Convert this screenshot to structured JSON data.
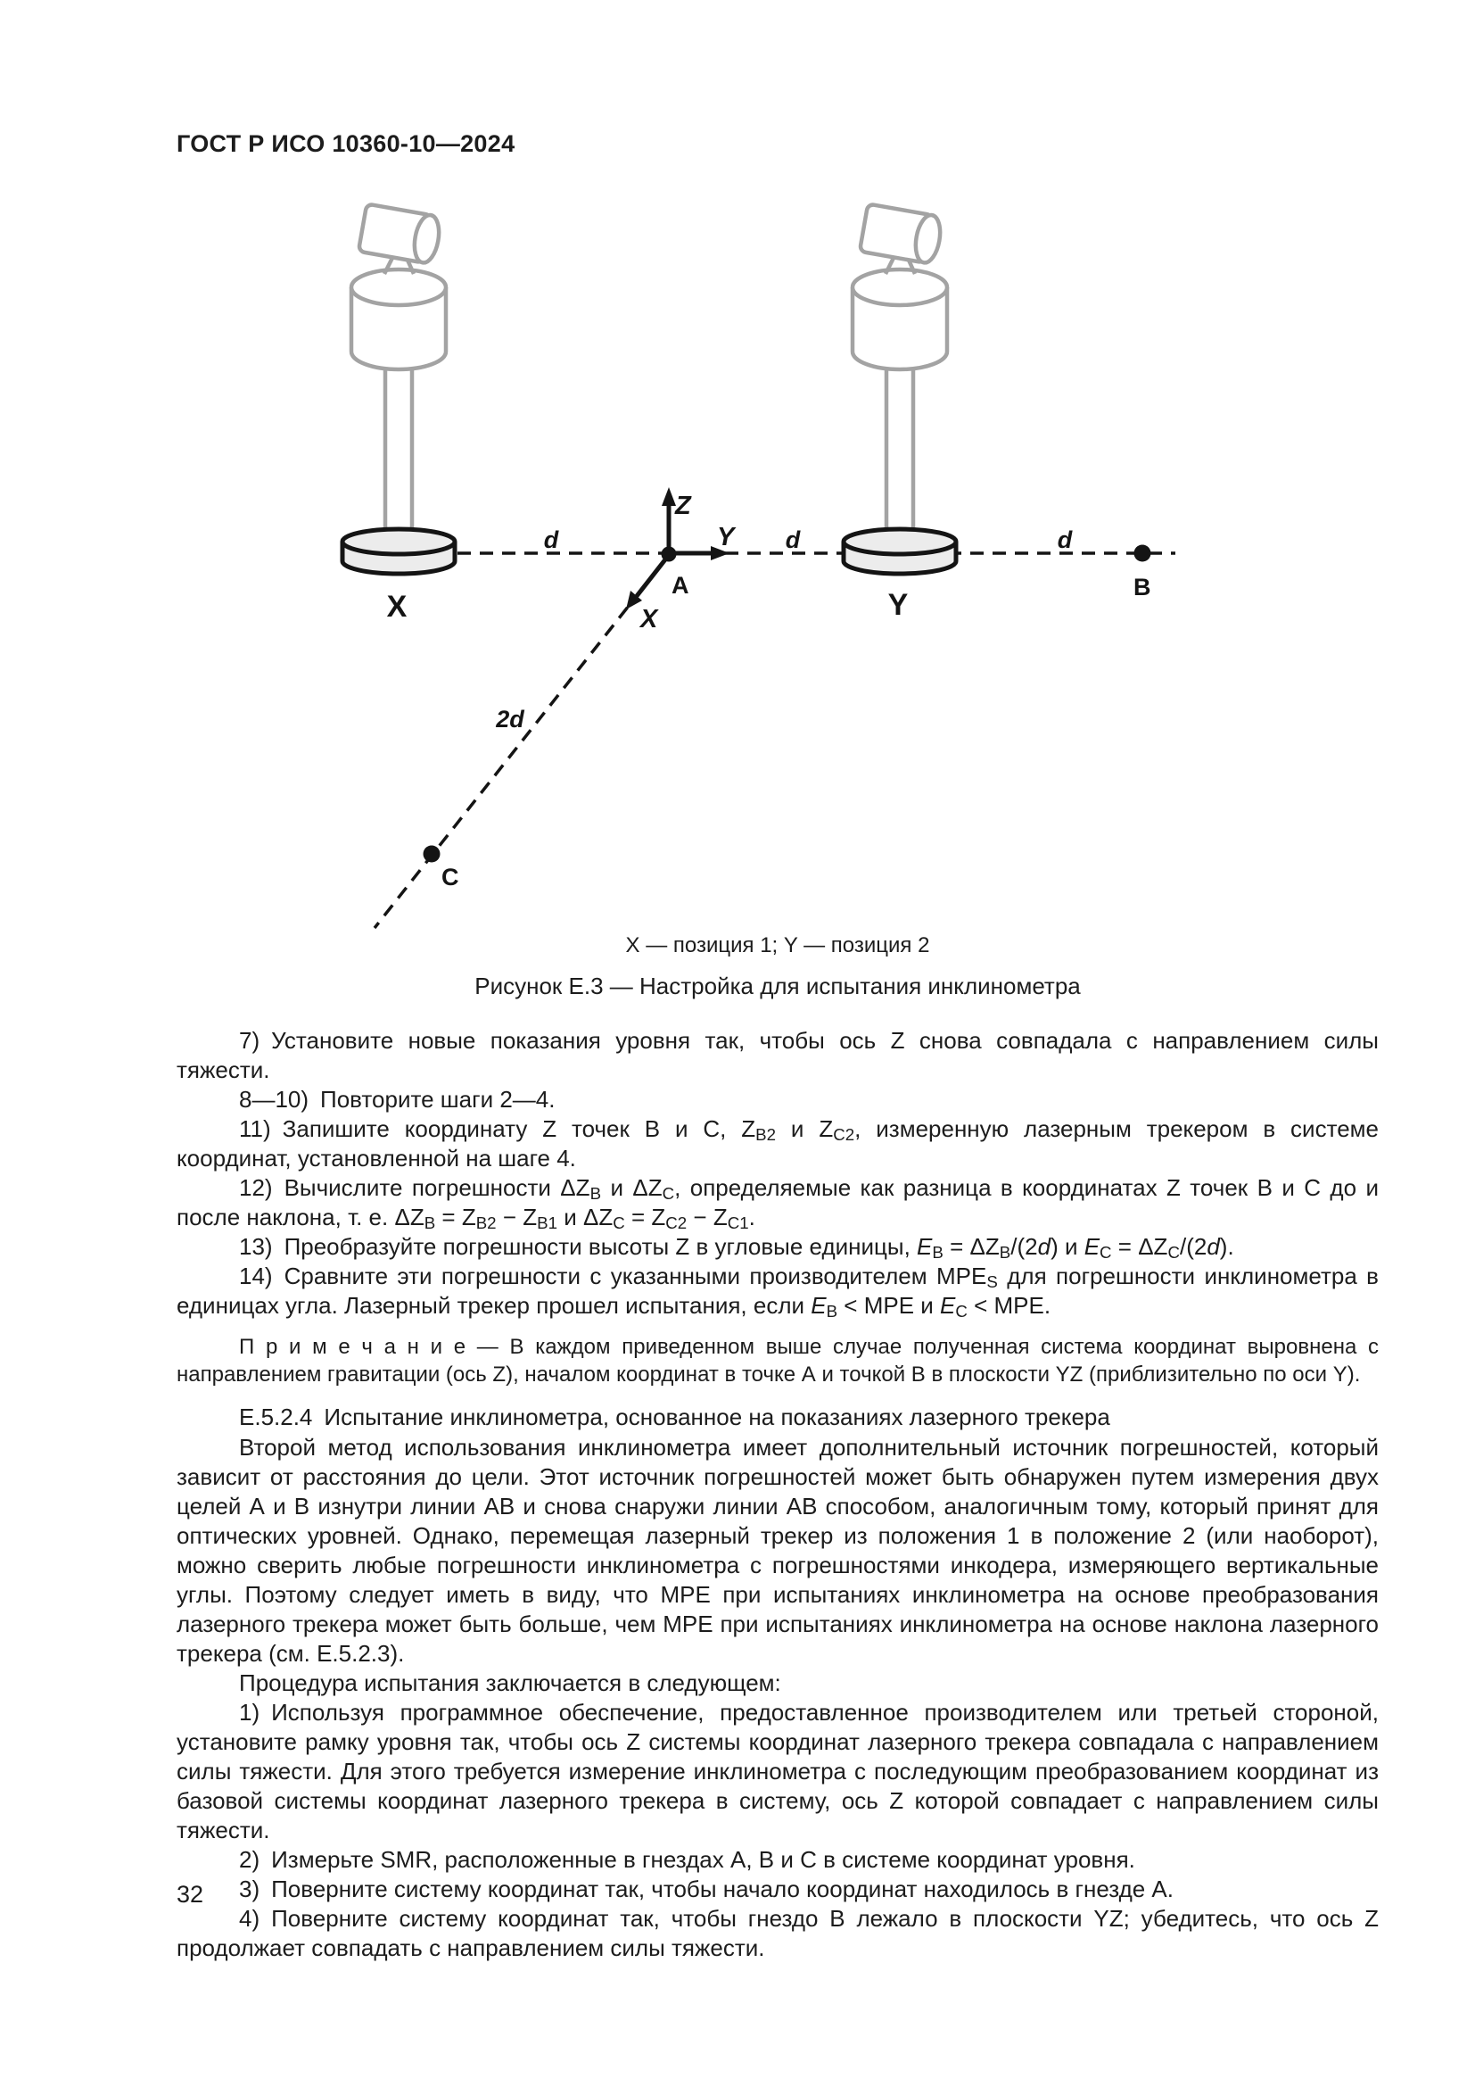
{
  "page": {
    "header": "ГОСТ Р ИСО 10360-10—2024",
    "page_number": "32"
  },
  "figure": {
    "legend": "X — позиция 1; Y — позиция 2",
    "caption": "Рисунок Е.3 — Настройка для испытания инклинометра",
    "labels": {
      "pos_x": "X",
      "pos_y": "Y",
      "axis_z": "Z",
      "axis_y": "Y",
      "axis_x": "X",
      "point_a": "A",
      "point_b": "B",
      "point_c": "C",
      "d1": "d",
      "d2": "d",
      "d3": "d",
      "two_d": "2d"
    }
  },
  "content": {
    "paragraphs": [
      {
        "style": "body",
        "segments": [
          [
            "t",
            "7) Установите новые показания уровня так, чтобы ось Z снова совпадала с направлением силы тяжести."
          ]
        ]
      },
      {
        "style": "body",
        "segments": [
          [
            "t",
            "8—10) Повторите шаги 2—4."
          ]
        ]
      },
      {
        "style": "body",
        "segments": [
          [
            "t",
            "11) Запишите координату Z точек В и С, Z"
          ],
          [
            "sub",
            "B2"
          ],
          [
            "t",
            " и Z"
          ],
          [
            "sub",
            "C2"
          ],
          [
            "t",
            ", измеренную лазерным трекером в системе координат, установленной на шаге 4."
          ]
        ]
      },
      {
        "style": "body",
        "segments": [
          [
            "t",
            "12) Вычислите погрешности ΔZ"
          ],
          [
            "sub",
            "B"
          ],
          [
            "t",
            " и ΔZ"
          ],
          [
            "sub",
            "C"
          ],
          [
            "t",
            ", определяемые как разница в координатах Z точек В и С до и после наклона, т. е. ΔZ"
          ],
          [
            "sub",
            "B"
          ],
          [
            "t",
            " = Z"
          ],
          [
            "sub",
            "B2"
          ],
          [
            "t",
            " − Z"
          ],
          [
            "sub",
            "B1"
          ],
          [
            "t",
            " и ΔZ"
          ],
          [
            "sub",
            "C"
          ],
          [
            "t",
            " = Z"
          ],
          [
            "sub",
            "C2"
          ],
          [
            "t",
            " − Z"
          ],
          [
            "sub",
            "C1"
          ],
          [
            "t",
            "."
          ]
        ]
      },
      {
        "style": "body",
        "segments": [
          [
            "t",
            "13) Преобразуйте погрешности высоты Z в угловые единицы, "
          ],
          [
            "i",
            "E"
          ],
          [
            "sub",
            "B"
          ],
          [
            "t",
            " = ΔZ"
          ],
          [
            "sub",
            "B"
          ],
          [
            "t",
            "/(2"
          ],
          [
            "i",
            "d"
          ],
          [
            "t",
            ") и "
          ],
          [
            "i",
            "E"
          ],
          [
            "sub",
            "C"
          ],
          [
            "t",
            " = ΔZ"
          ],
          [
            "sub",
            "C"
          ],
          [
            "t",
            "/(2"
          ],
          [
            "i",
            "d"
          ],
          [
            "t",
            ")."
          ]
        ]
      },
      {
        "style": "body",
        "segments": [
          [
            "t",
            "14) Сравните эти погрешности с указанными производителем MPE"
          ],
          [
            "sub",
            "S"
          ],
          [
            "t",
            " для погрешности инклинометра в единицах угла. Лазерный трекер прошел испытания, если "
          ],
          [
            "i",
            "E"
          ],
          [
            "sub",
            "B"
          ],
          [
            "t",
            " < MPE и "
          ],
          [
            "i",
            "E"
          ],
          [
            "sub",
            "C"
          ],
          [
            "t",
            " < MPE."
          ]
        ]
      },
      {
        "style": "note",
        "segments": [
          [
            "t",
            "П р и м е ч а н и е — В каждом приведенном выше случае полученная система координат выровнена с направлением гравитации (ось Z), началом координат в точке А и точкой В в плоскости YZ (приблизительно по оси Y)."
          ]
        ]
      },
      {
        "style": "heading",
        "segments": [
          [
            "t",
            "Е.5.2.4 Испытание инклинометра, основанное на показаниях лазерного трекера"
          ]
        ]
      },
      {
        "style": "body",
        "segments": [
          [
            "t",
            "Второй метод использования инклинометра имеет дополнительный источник погрешностей, который зависит от расстояния до цели. Этот источник погрешностей может быть обнаружен путем измерения двух целей А и В изнутри линии АВ и снова снаружи линии АВ способом, аналогичным тому, который принят для оптических уровней. Однако, перемещая лазерный трекер из положения 1 в положение 2 (или наоборот), можно сверить любые погрешности инклинометра с погрешностями инкодера, измеряющего вертикальные углы. Поэтому следует иметь в виду, что MPE при испытаниях инклинометра на основе преобразования лазерного трекера может быть больше, чем MPE при испытаниях инклинометра на основе наклона лазерного трекера (см. Е.5.2.3)."
          ]
        ]
      },
      {
        "style": "body",
        "segments": [
          [
            "t",
            "Процедура испытания заключается в следующем:"
          ]
        ]
      },
      {
        "style": "body",
        "segments": [
          [
            "t",
            "1) Используя программное обеспечение, предоставленное производителем или третьей стороной, установите рамку уровня так, чтобы ось Z системы координат лазерного трекера совпадала с направлением силы тяжести. Для этого требуется измерение инклинометра с последующим преобразованием координат из базовой системы координат лазерного трекера в систему, ось Z которой совпадает с направлением силы тяжести."
          ]
        ]
      },
      {
        "style": "body",
        "segments": [
          [
            "t",
            "2) Измерьте SMR, расположенные в гнездах А, В и С в системе координат уровня."
          ]
        ]
      },
      {
        "style": "body",
        "segments": [
          [
            "t",
            "3) Поверните систему координат так, чтобы начало координат находилось в гнезде А."
          ]
        ]
      },
      {
        "style": "body",
        "segments": [
          [
            "t",
            "4) Поверните систему координат так, чтобы гнездо В лежало в плоскости YZ; убедитесь, что ось Z продолжает совпадать с направлением силы тяжести."
          ]
        ]
      }
    ]
  }
}
